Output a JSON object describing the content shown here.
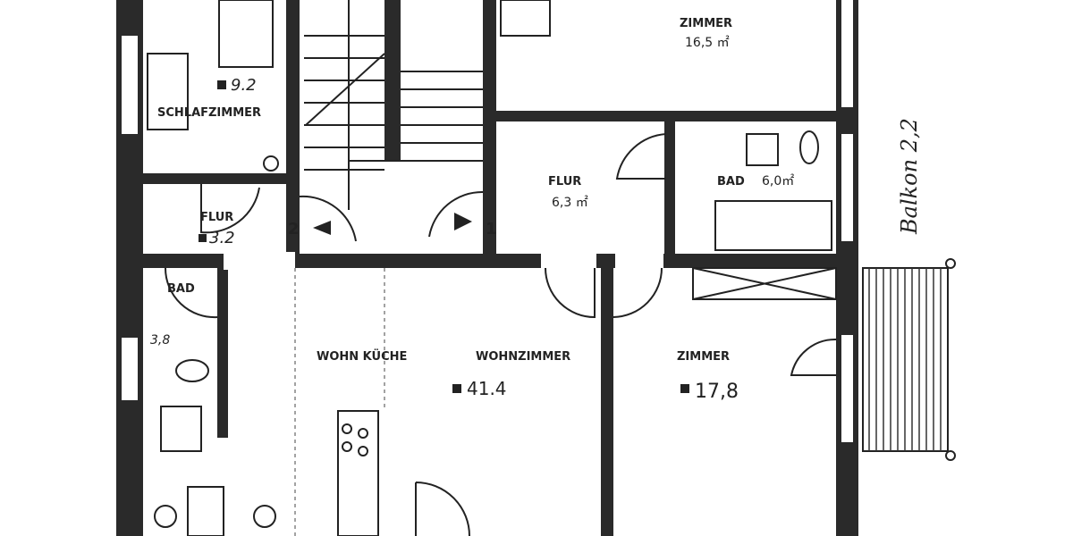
{
  "rooms": {
    "zimmer_top": {
      "name": "ZIMMER",
      "area": "16,5 ㎡"
    },
    "schlafzimmer": {
      "name": "SCHLAFZIMMER",
      "area": "9.2"
    },
    "flur_small": {
      "name": "FLUR",
      "area": "3.2"
    },
    "flur": {
      "name": "FLUR",
      "area": "6,3 ㎡"
    },
    "bad": {
      "name": "BAD",
      "area": "6,0㎡"
    },
    "bad_small": {
      "name": "BAD",
      "area": "3,8"
    },
    "wohnkueche": {
      "name": "WOHN KÜCHE"
    },
    "wohnzimmer": {
      "name": "WOHNZIMMER",
      "area": "41.4"
    },
    "zimmer_right": {
      "name": "ZIMMER",
      "area": "17,8"
    }
  },
  "balcony": {
    "label": "Balkon 2,2"
  },
  "stairs": {
    "marker_1": "1",
    "marker_2": "2"
  },
  "colors": {
    "wall": "#2a2a2a",
    "background": "#ffffff"
  }
}
